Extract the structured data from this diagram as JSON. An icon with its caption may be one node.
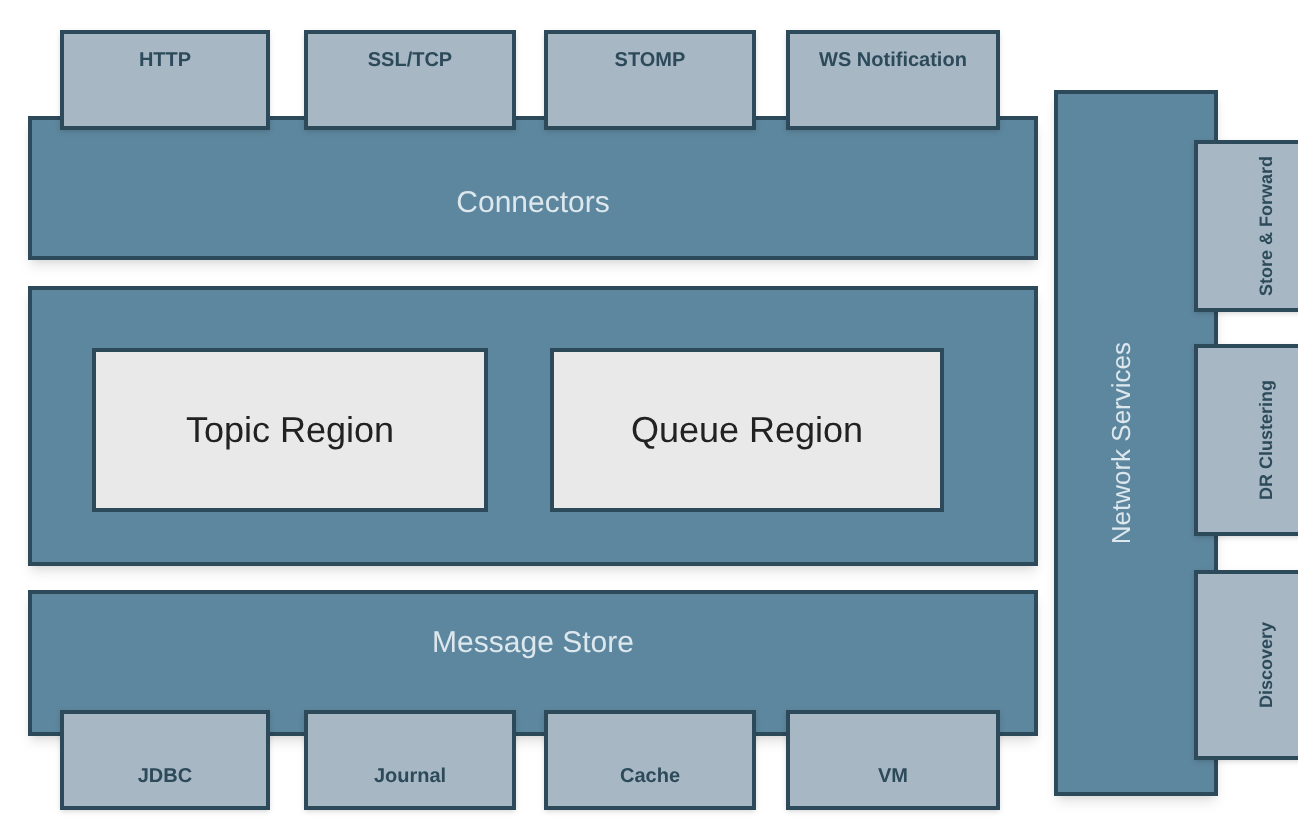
{
  "diagram": {
    "nodes": [
      {
        "text": [
          "HTTP"
        ]
      },
      {
        "text": [
          "SSL/TCP"
        ]
      },
      {
        "text": [
          "STOMP"
        ]
      },
      {
        "text": [
          "WS Notification"
        ]
      },
      {
        "text": [
          "Connectors"
        ]
      },
      {
        "text": [],
        "shape": "box"
      },
      {
        "text": [
          "Topic Region"
        ],
        "in": 5
      },
      {
        "text": [
          "Queue Region"
        ],
        "in": 5
      },
      {
        "text": [
          "Message Store"
        ]
      },
      {
        "text": [
          "JDBC"
        ]
      },
      {
        "text": [
          "Journal"
        ]
      },
      {
        "text": [
          "Cache"
        ]
      },
      {
        "text": [
          "VM"
        ]
      },
      {
        "text": [
          "Network Services"
        ]
      },
      {
        "text": [
          "Store & Forward"
        ]
      },
      {
        "text": [
          "DR Clustering"
        ]
      },
      {
        "text": [
          "Discovery"
        ]
      }
    ]
  }
}
